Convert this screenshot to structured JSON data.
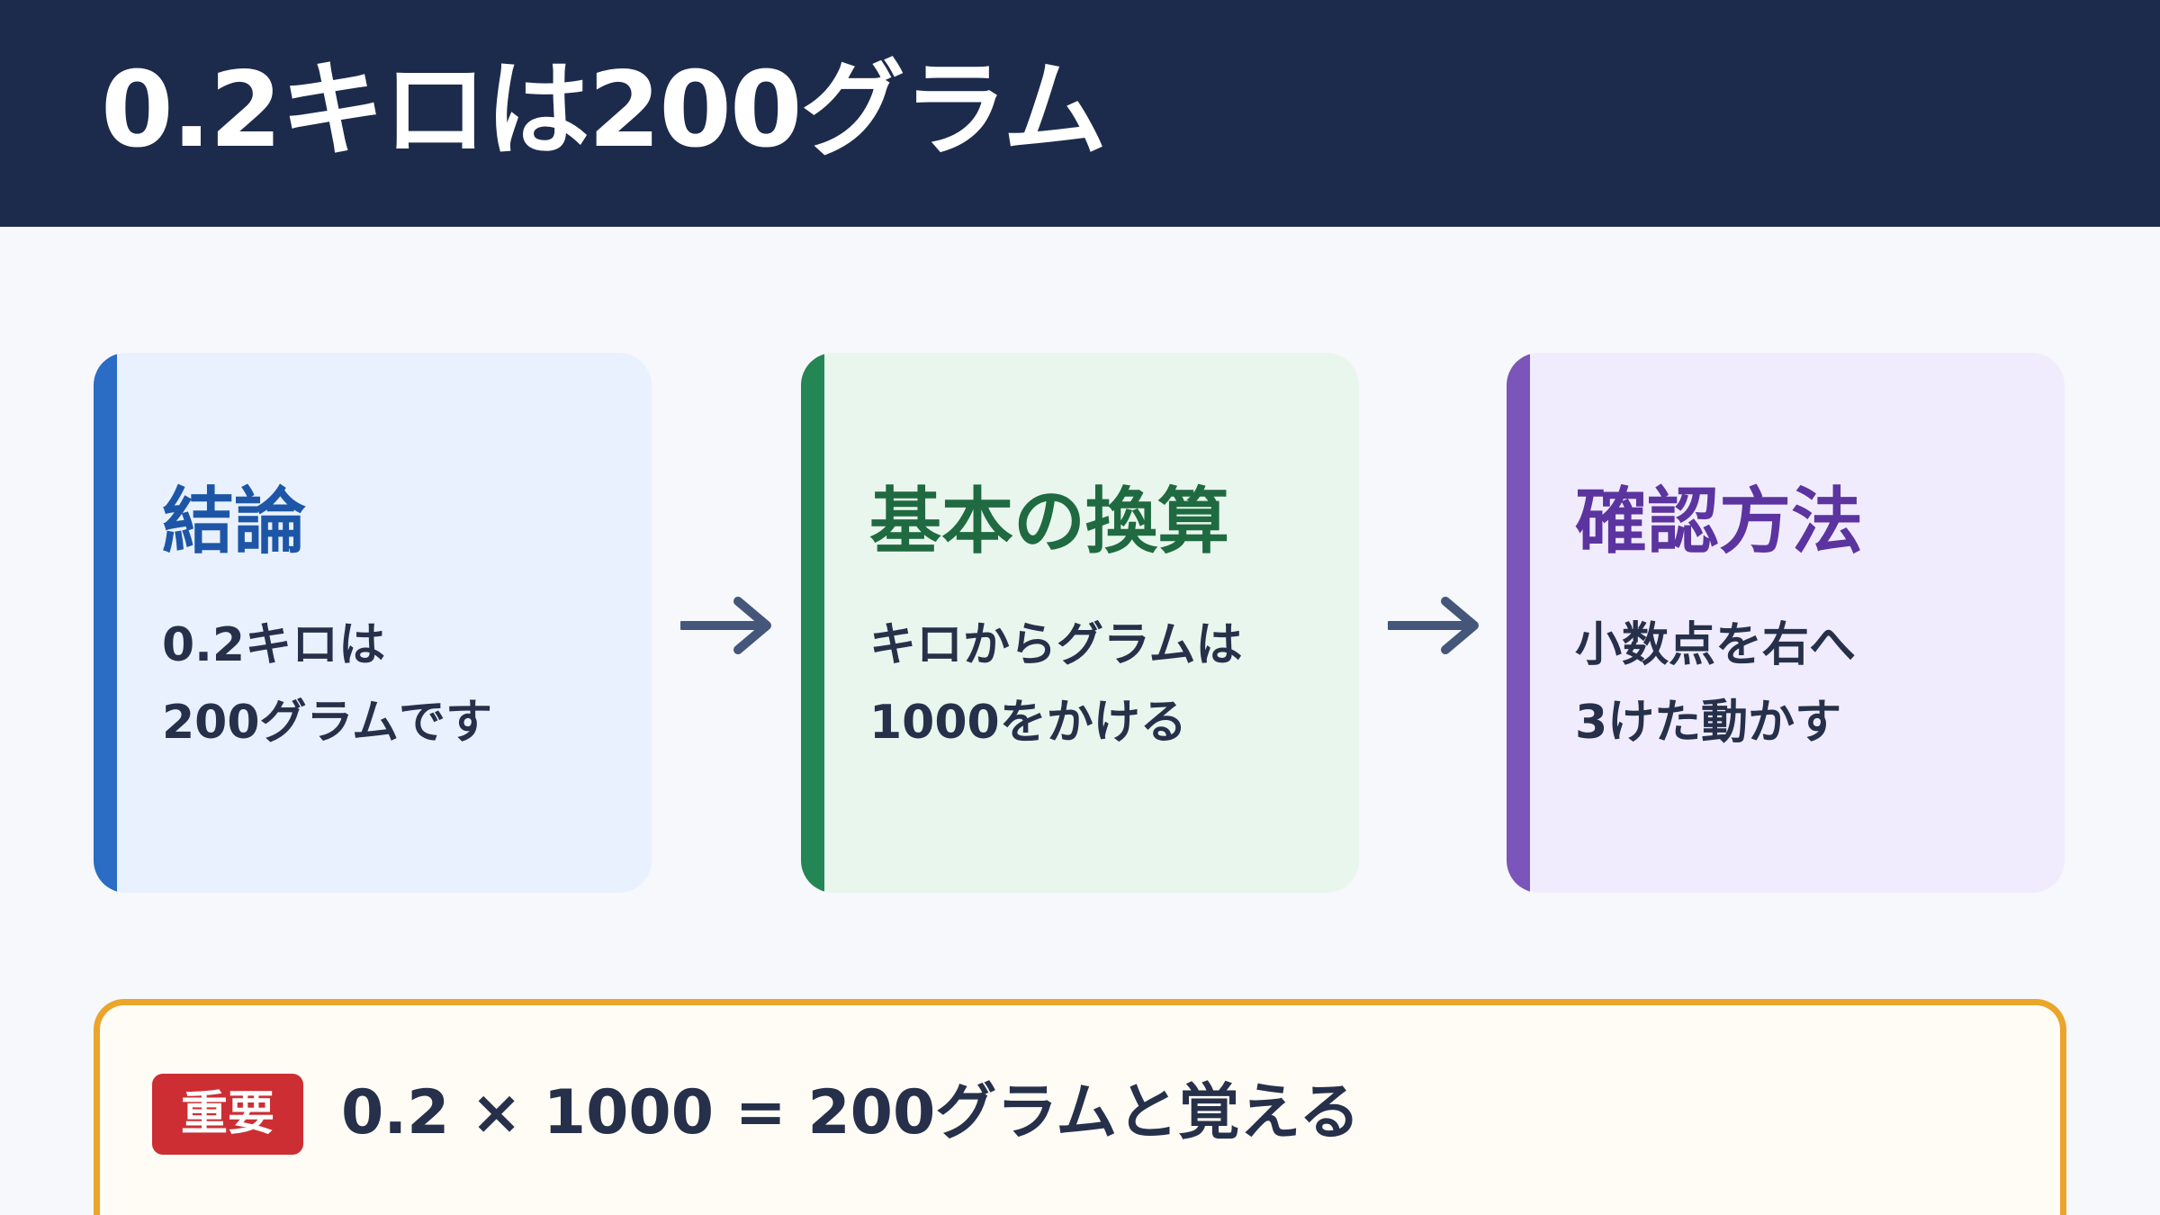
{
  "header": {
    "title": "0.2キロは200グラム"
  },
  "cards": [
    {
      "heading": "結論",
      "lines": [
        "0.2キロは",
        "200グラムです"
      ]
    },
    {
      "heading": "基本の換算",
      "lines": [
        "キロからグラムは",
        "1000をかける"
      ]
    },
    {
      "heading": "確認方法",
      "lines": [
        "小数点を右へ",
        "3けた動かす"
      ]
    }
  ],
  "note": {
    "badge": "重要",
    "text": "0.2 × 1000 = 200グラムと覚える"
  },
  "colors": {
    "header_bg": "#1c2b4c",
    "card1_accent": "#2b6cc4",
    "card2_accent": "#248555",
    "card3_accent": "#7b55b9",
    "arrow": "#44567a",
    "note_border": "#eaa52a",
    "badge_bg": "#cc2e33"
  },
  "icons": {
    "flow_arrow": "arrow-right-icon"
  }
}
